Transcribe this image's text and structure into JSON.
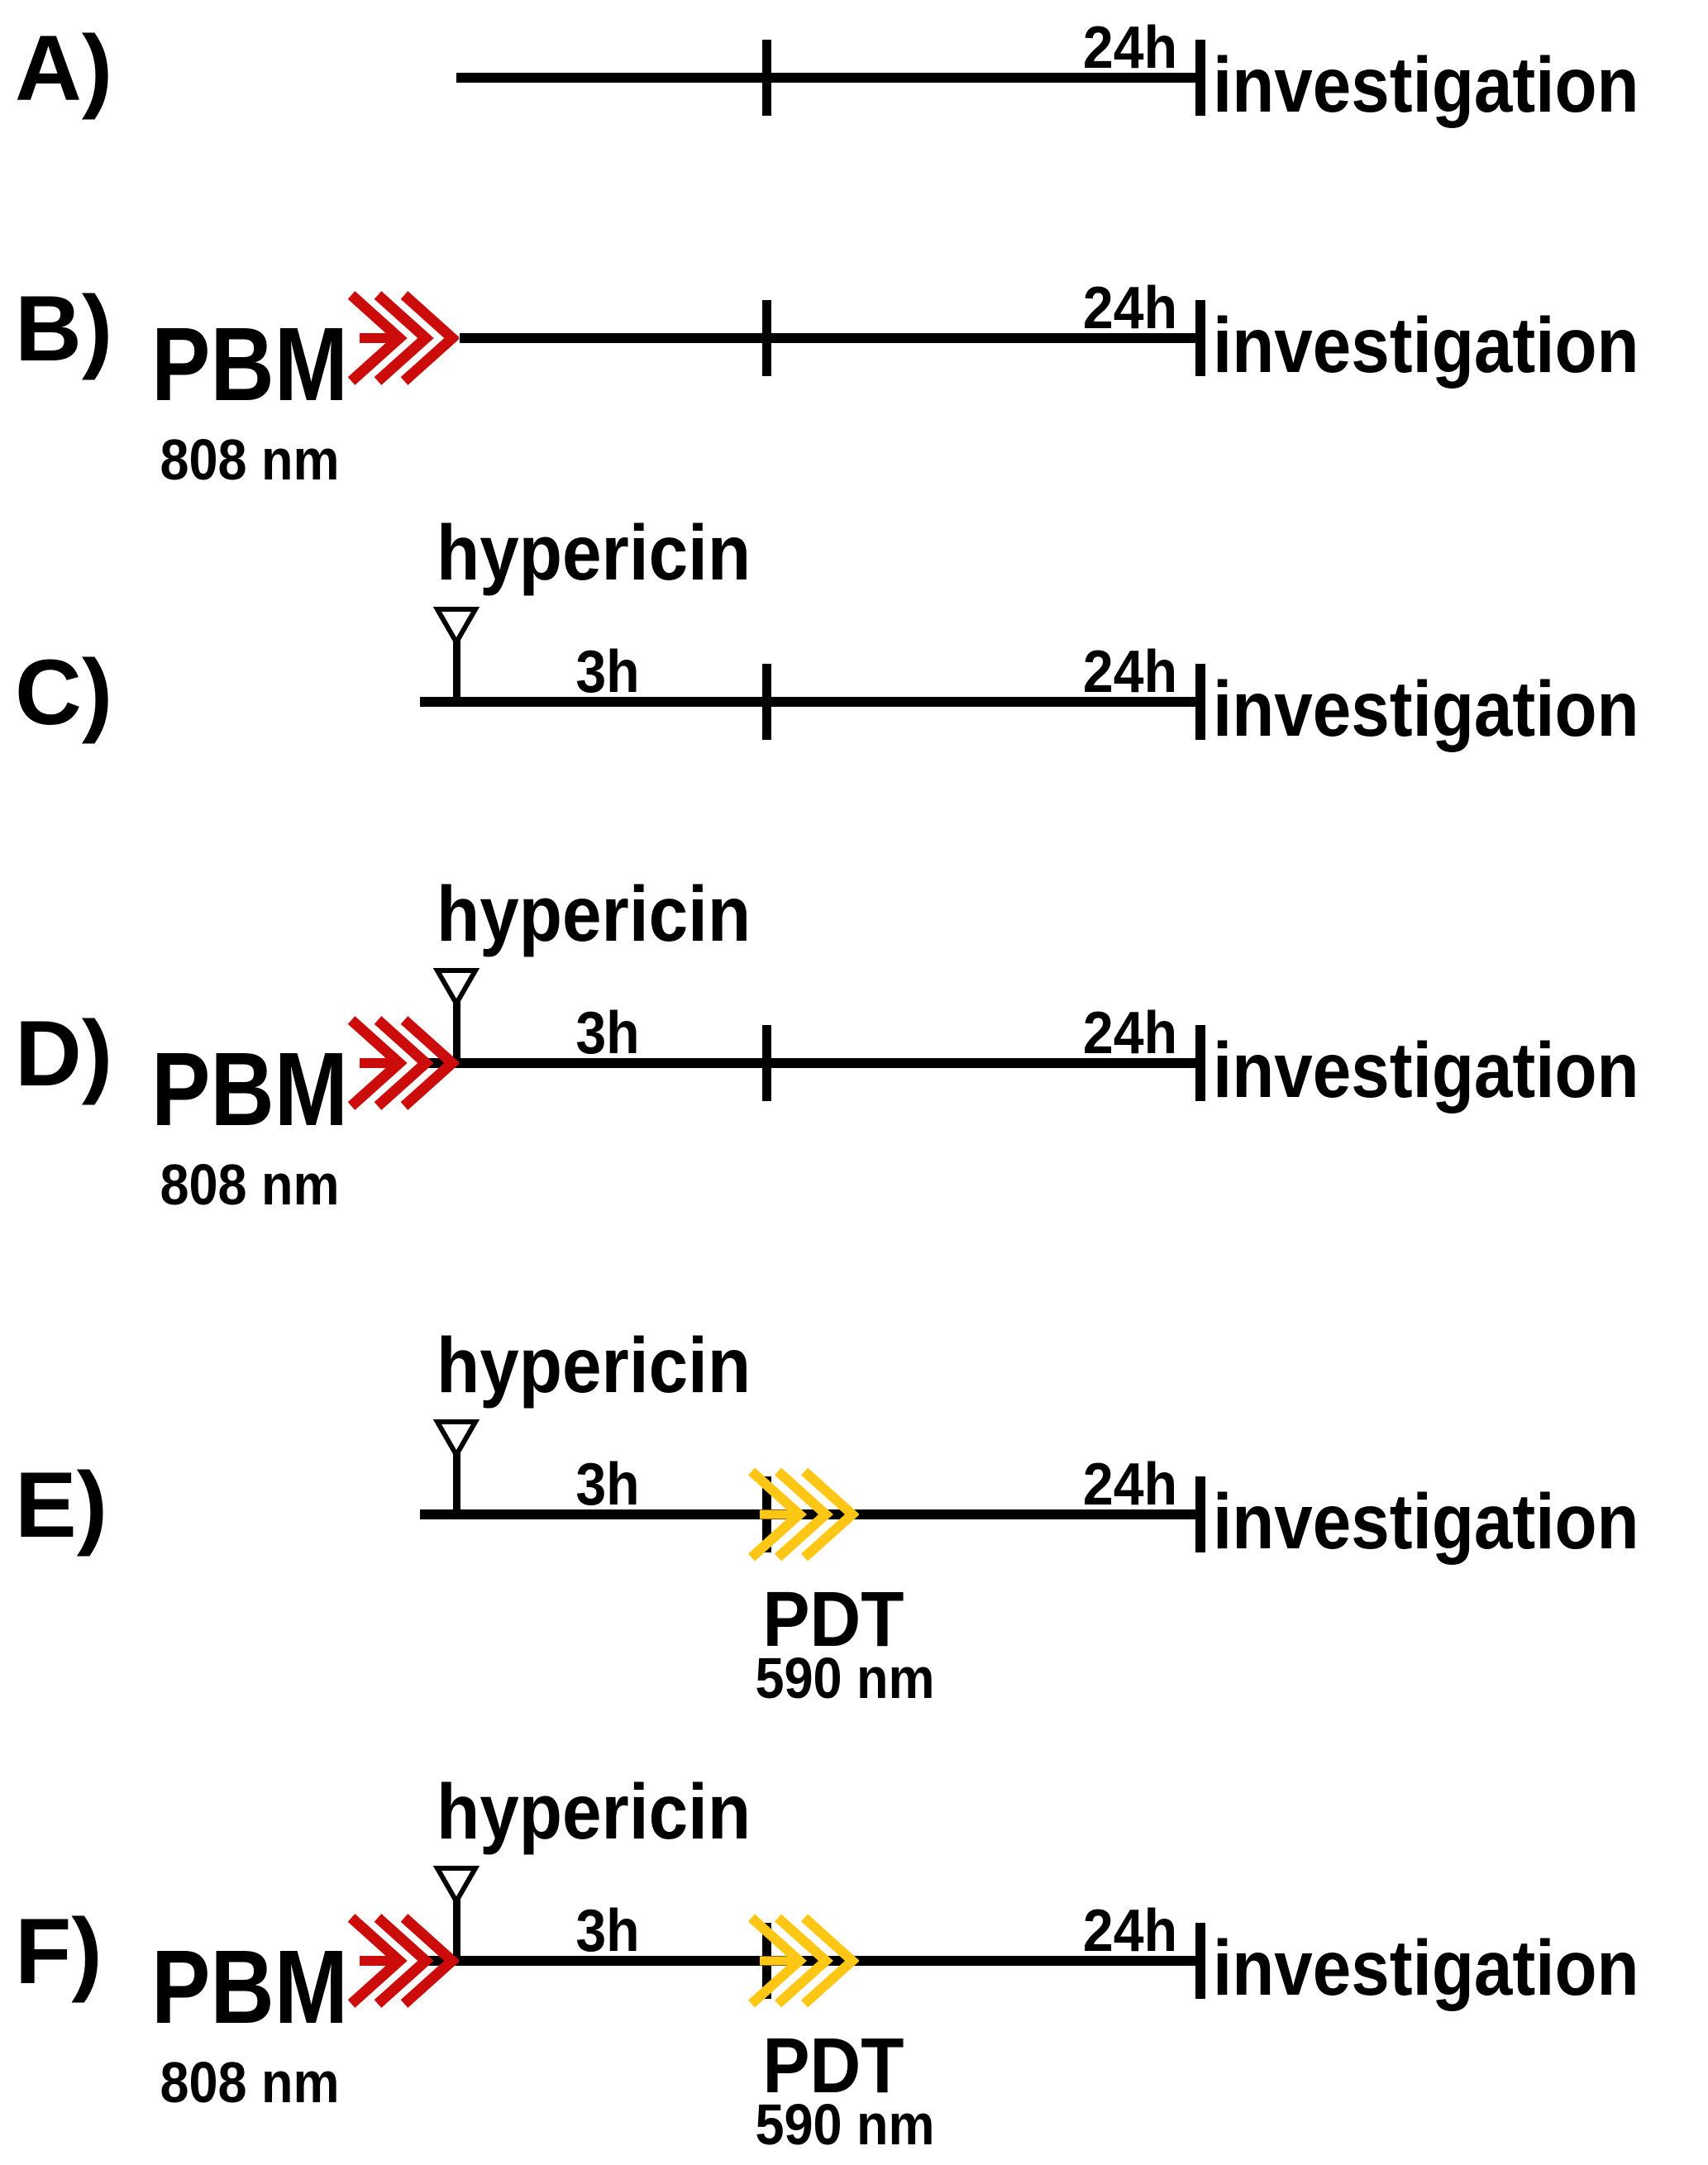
{
  "panels": [
    {
      "label": "A)",
      "treatments": [],
      "intervals": [
        "24h"
      ],
      "endpoint": "investigation"
    },
    {
      "label": "B)",
      "treatments": [
        "PBM 808 nm"
      ],
      "intervals": [
        "24h"
      ],
      "endpoint": "investigation"
    },
    {
      "label": "C)",
      "treatments": [
        "hypericin"
      ],
      "intervals": [
        "3h",
        "24h"
      ],
      "endpoint": "investigation"
    },
    {
      "label": "D)",
      "treatments": [
        "PBM 808 nm",
        "hypericin"
      ],
      "intervals": [
        "3h",
        "24h"
      ],
      "endpoint": "investigation"
    },
    {
      "label": "E)",
      "treatments": [
        "hypericin",
        "PDT 590 nm"
      ],
      "intervals": [
        "3h",
        "24h"
      ],
      "endpoint": "investigation"
    },
    {
      "label": "F)",
      "treatments": [
        "PBM 808 nm",
        "hypericin",
        "PDT 590 nm"
      ],
      "intervals": [
        "3h",
        "24h"
      ],
      "endpoint": "investigation"
    }
  ],
  "labels": {
    "pbm": "PBM",
    "pbm_wavelength": "808 nm",
    "pdt": "PDT",
    "pdt_wavelength": "590 nm",
    "hypericin": "hypericin",
    "interval_short": "3h",
    "interval_long": "24h",
    "endpoint": "investigation"
  },
  "colors": {
    "pbm_arrow": "#CC0B0B",
    "pdt_arrow": "#FFC715",
    "line": "#000000",
    "background": "#FFFFFF"
  },
  "icons": {
    "pbm": "triple-chevron-right-icon",
    "pdt": "triple-chevron-right-icon",
    "hypericin": "open-triangle-down-marker"
  }
}
